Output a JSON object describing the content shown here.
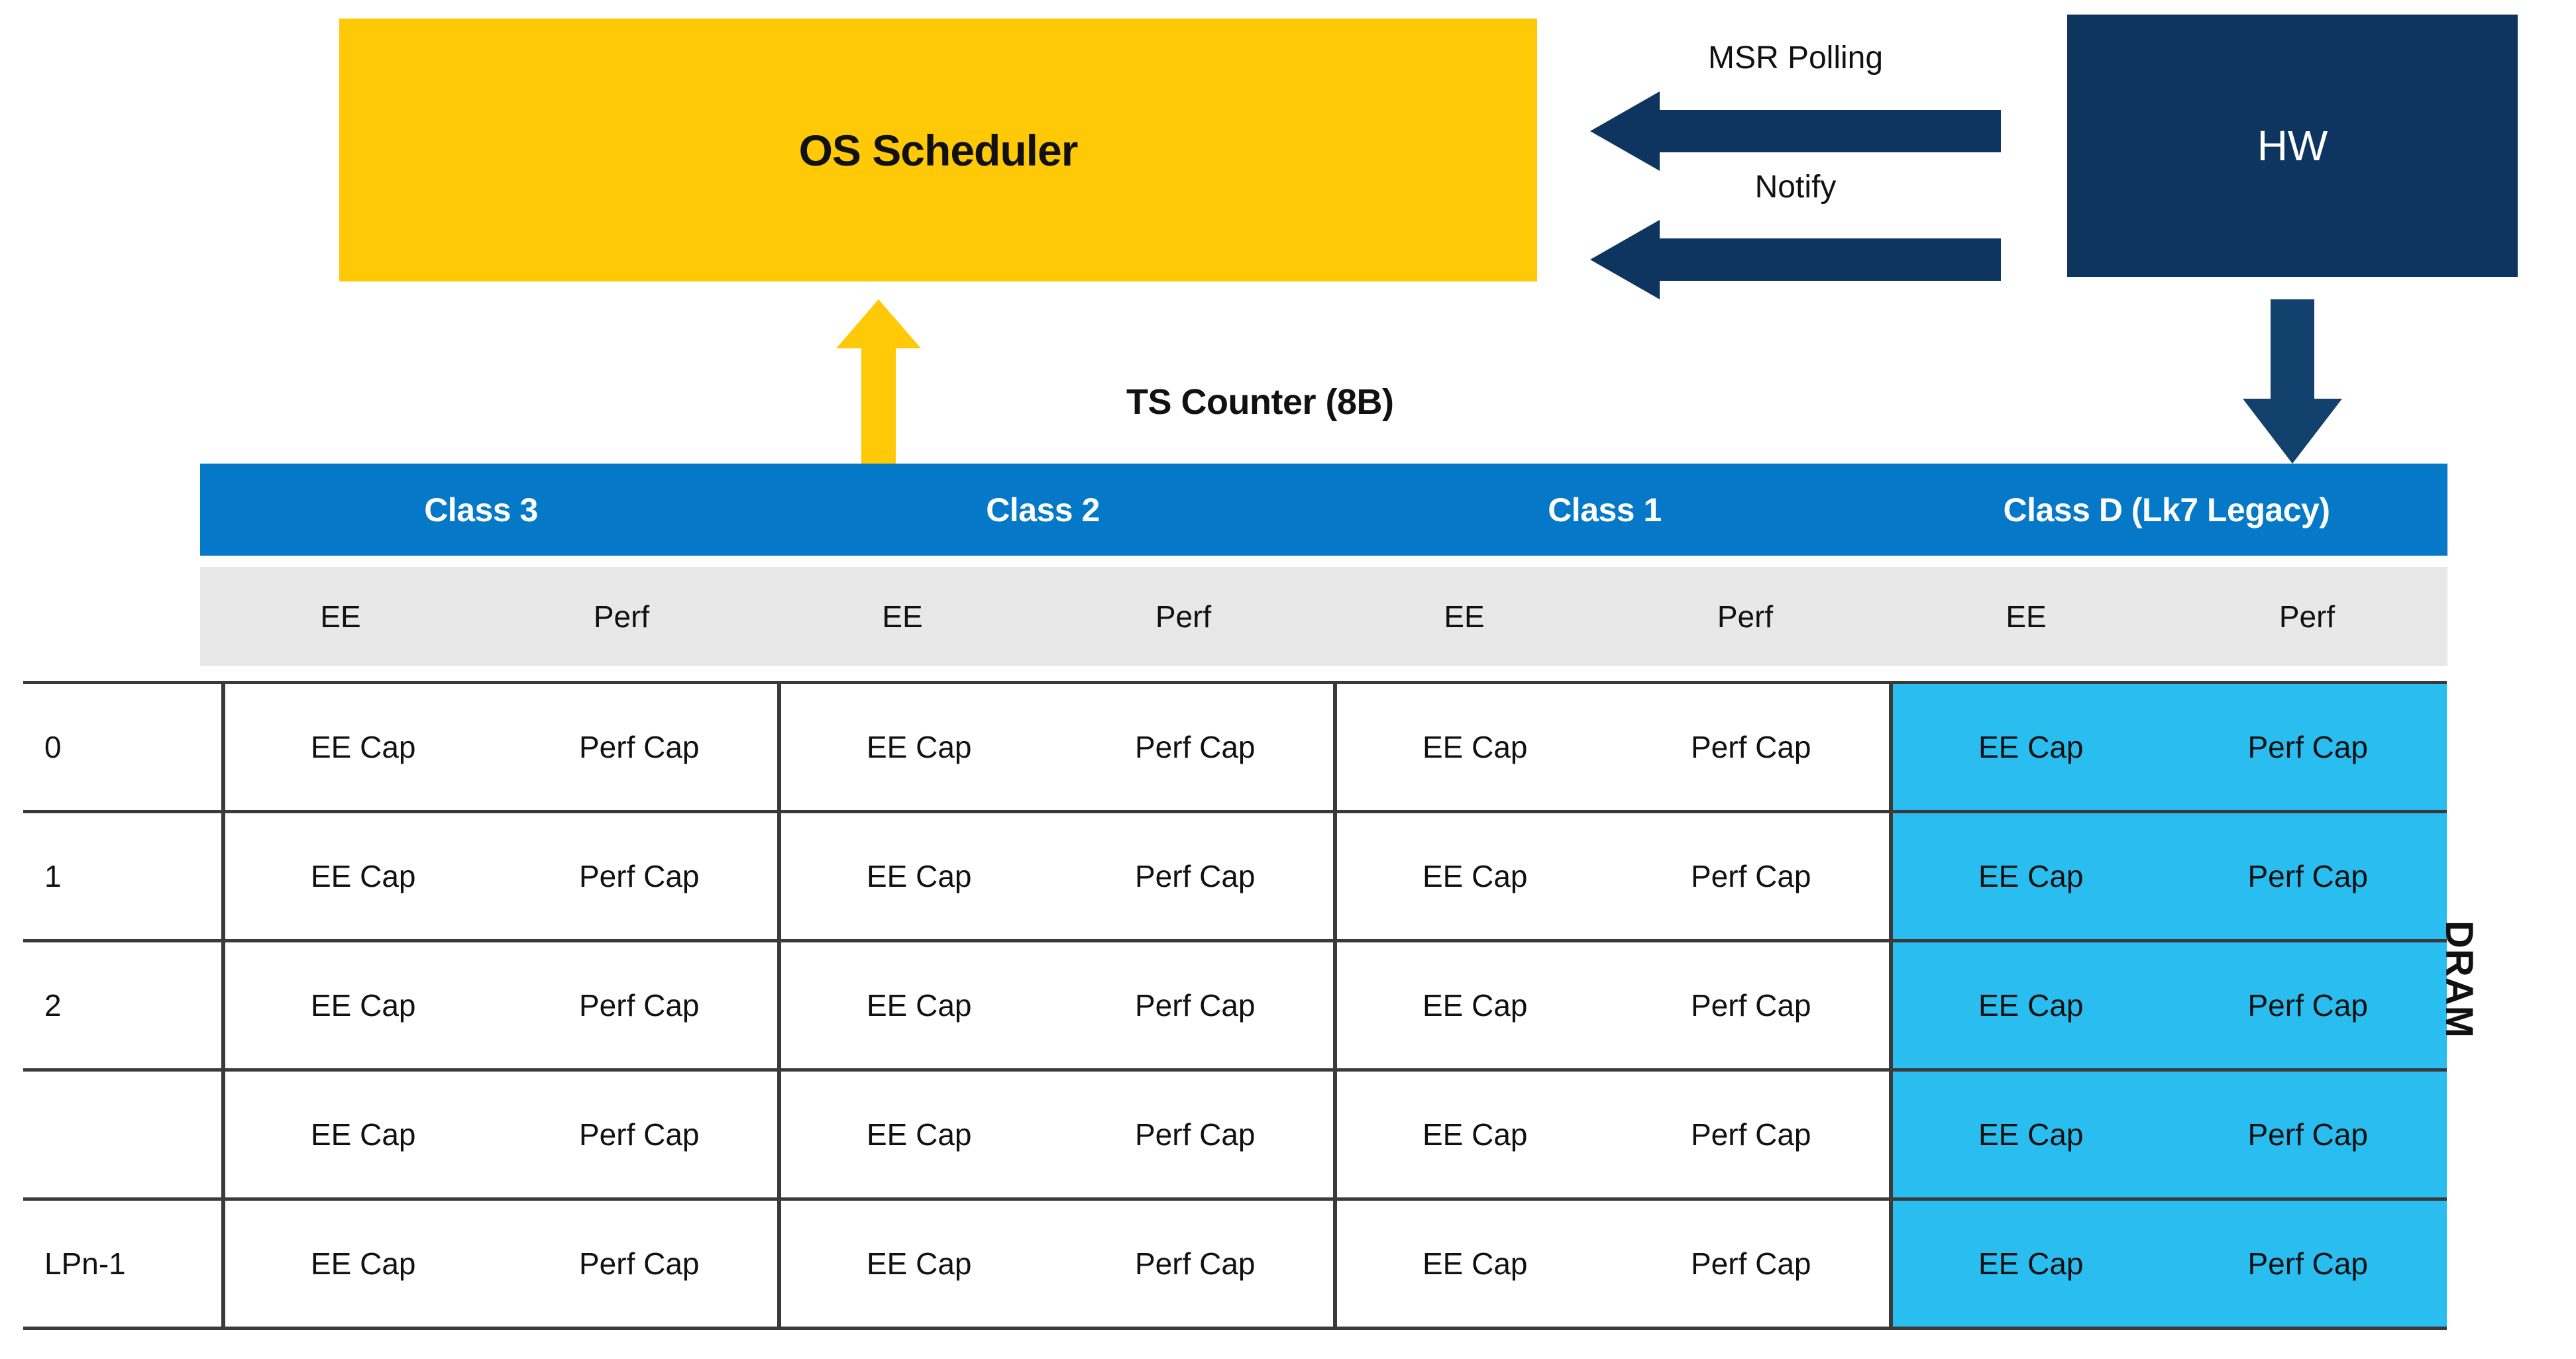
{
  "blocks": {
    "os_scheduler": "OS Scheduler",
    "hw": "HW"
  },
  "arrows": {
    "msr_polling": "MSR Polling",
    "notify": "Notify",
    "up_arrow_color": "#FFC907",
    "down_arrow_color": "#13416E",
    "horizontal_arrow_color": "#0E3560"
  },
  "ts_counter": {
    "title": "TS Counter (8B)"
  },
  "table": {
    "class_headers": [
      "Class 3",
      "Class 2",
      "Class 1",
      "Class D (Lk7 Legacy)"
    ],
    "sub_headers": [
      "EE",
      "Perf",
      "EE",
      "Perf",
      "EE",
      "Perf",
      "EE",
      "Perf"
    ],
    "row_labels": [
      "0",
      "1",
      "2",
      "",
      "LPn-1"
    ],
    "cell_ee": "EE Cap",
    "cell_perf": "Perf Cap",
    "rows": [
      [
        "EE Cap",
        "Perf Cap",
        "EE Cap",
        "Perf Cap",
        "EE Cap",
        "Perf Cap",
        "EE Cap",
        "Perf Cap"
      ],
      [
        "EE Cap",
        "Perf Cap",
        "EE Cap",
        "Perf Cap",
        "EE Cap",
        "Perf Cap",
        "EE Cap",
        "Perf Cap"
      ],
      [
        "EE Cap",
        "Perf Cap",
        "EE Cap",
        "Perf Cap",
        "EE Cap",
        "Perf Cap",
        "EE Cap",
        "Perf Cap"
      ],
      [
        "EE Cap",
        "Perf Cap",
        "EE Cap",
        "Perf Cap",
        "EE Cap",
        "Perf Cap",
        "EE Cap",
        "Perf Cap"
      ],
      [
        "EE Cap",
        "Perf Cap",
        "EE Cap",
        "Perf Cap",
        "EE Cap",
        "Perf Cap",
        "EE Cap",
        "Perf Cap"
      ]
    ]
  },
  "memory": {
    "dram_label": "DRAM"
  },
  "colors": {
    "os_scheduler_bg": "#FFC907",
    "hw_bg": "#0E3560",
    "class_band_bg": "#0579C8",
    "sub_band_bg": "#E8E8E8",
    "legacy_cell_bg": "#29BDF0",
    "border": "#3A3A3A"
  }
}
